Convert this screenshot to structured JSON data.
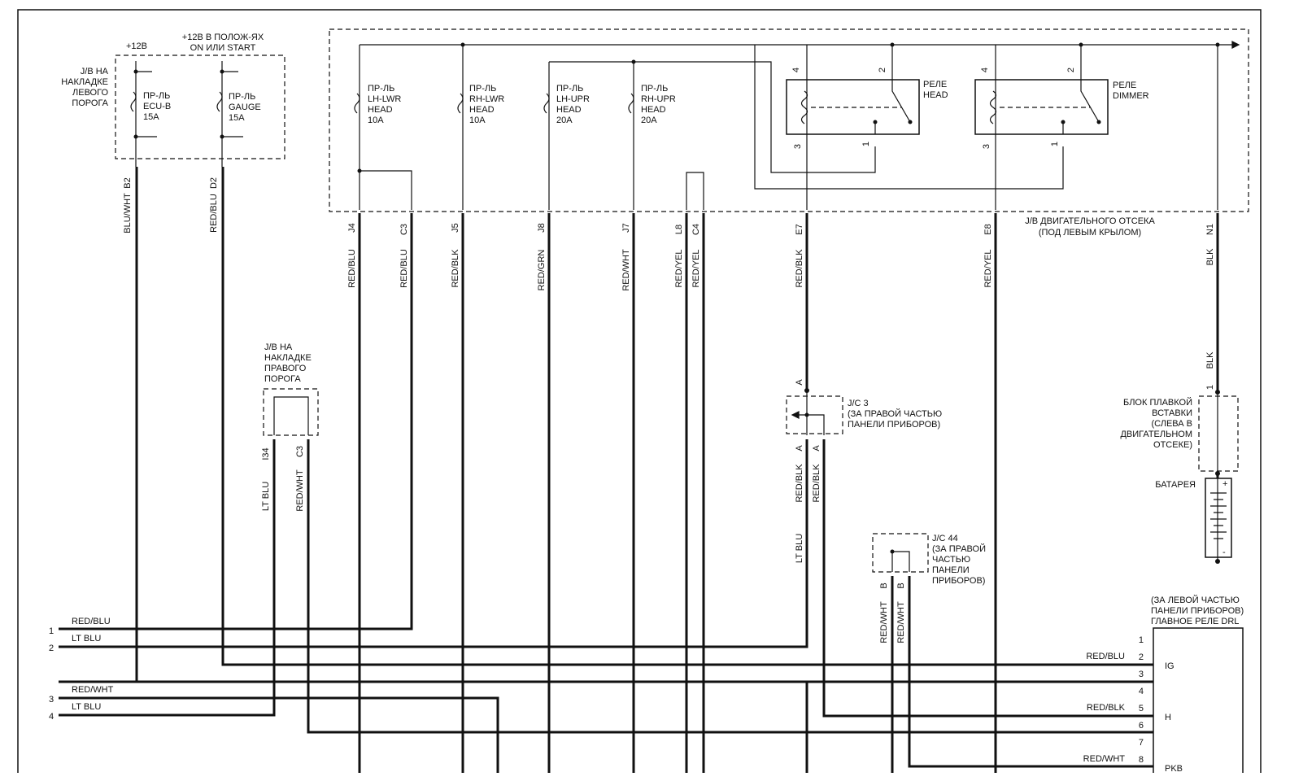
{
  "left_jb": {
    "label": [
      "J/B НА",
      "НАКЛАДКЕ",
      "ЛЕВОГО",
      "ПОРОГА"
    ],
    "plus12": "+12В",
    "plus12_on": [
      "+12В В ПОЛОЖ-ЯХ",
      "ON ИЛИ START"
    ],
    "fuse_ecub": [
      "ПР-ЛЬ",
      "ECU-B",
      "15A"
    ],
    "fuse_gauge": [
      "ПР-ЛЬ",
      "GAUGE",
      "15A"
    ],
    "pin_b2": "B2",
    "pin_d2": "D2",
    "wire_b2": "BLU/WHT",
    "wire_d2": "RED/BLU"
  },
  "engine_jb": {
    "label": [
      "J/B ДВИГАТЕЛЬНОГО ОТСЕКА",
      "(ПОД ЛЕВЫМ КРЫЛОМ)"
    ],
    "fuses": [
      {
        "lines": [
          "ПР-ЛЬ",
          "LH-LWR",
          "HEAD",
          "10A"
        ]
      },
      {
        "lines": [
          "ПР-ЛЬ",
          "RH-LWR",
          "HEAD",
          "10A"
        ]
      },
      {
        "lines": [
          "ПР-ЛЬ",
          "LH-UPR",
          "HEAD",
          "20A"
        ]
      },
      {
        "lines": [
          "ПР-ЛЬ",
          "RH-UPR",
          "HEAD",
          "20A"
        ]
      }
    ],
    "relay_head": [
      "РЕЛЕ",
      "HEAD"
    ],
    "relay_dimmer": [
      "РЕЛЕ",
      "DIMMER"
    ],
    "relay_pins": [
      "4",
      "2",
      "3",
      "1"
    ],
    "pins": [
      {
        "pin": "J4",
        "wire": "RED/BLU"
      },
      {
        "pin": "C3",
        "wire": "RED/BLU"
      },
      {
        "pin": "J5",
        "wire": "RED/BLK"
      },
      {
        "pin": "J8",
        "wire": "RED/GRN"
      },
      {
        "pin": "J7",
        "wire": "RED/WHT"
      },
      {
        "pin": "L8",
        "wire": "RED/YEL"
      },
      {
        "pin": "C4",
        "wire": "RED/YEL"
      },
      {
        "pin": "E7",
        "wire": "RED/BLK"
      },
      {
        "pin": "E8",
        "wire": "RED/YEL"
      },
      {
        "pin": "N1",
        "wire": "BLK"
      }
    ]
  },
  "right_jb": {
    "label": [
      "J/B НА",
      "НАКЛАДКЕ",
      "ПРАВОГО",
      "ПОРОГА"
    ],
    "pin_i34": "I34",
    "pin_c3": "C3",
    "wire_i34": "LT BLU",
    "wire_c3": "RED/WHT"
  },
  "jc3": {
    "label": [
      "J/C 3",
      "(ЗА ПРАВОЙ ЧАСТЬЮ",
      "ПАНЕЛИ ПРИБОРОВ)"
    ],
    "pin_a": "A",
    "wire_1": "RED/BLK",
    "wire_2": "RED/BLK",
    "wire_3": "LT BLU"
  },
  "jc44": {
    "label": [
      "J/C 44",
      "(ЗА ПРАВОЙ",
      "ЧАСТЬЮ",
      "ПАНЕЛИ",
      "ПРИБОРОВ)"
    ],
    "pin_b": "B",
    "wire_1": "RED/WHT",
    "wire_2": "RED/WHT"
  },
  "fusible_link": {
    "label": [
      "БЛОК ПЛАВКОЙ",
      "ВСТАВКИ",
      "(СЛЕВА В",
      "ДВИГАТЕЛЬНОМ",
      "ОТСЕКЕ)"
    ],
    "pin": "1",
    "wire": "BLK"
  },
  "battery": {
    "label": "БАТАРЕЯ",
    "plus": "+",
    "minus": "-"
  },
  "drl_relay": {
    "label": [
      "(ЗА ЛЕВОЙ ЧАСТЬЮ",
      "ПАНЕЛИ ПРИБОРОВ)",
      "ГЛАВНОЕ РЕЛЕ DRL"
    ],
    "pins": [
      "1",
      "2",
      "3",
      "4",
      "5",
      "6",
      "7",
      "8"
    ],
    "terminals": [
      "IG",
      "H",
      "PKB"
    ],
    "wire_ig": "RED/BLU",
    "wire_h": "RED/BLK",
    "wire_pkb": "RED/WHT"
  },
  "left_connector": {
    "pins": [
      "1",
      "2",
      "3",
      "4"
    ],
    "wires": [
      "RED/BLU",
      "LT BLU",
      "RED/WHT",
      "LT BLU"
    ]
  }
}
